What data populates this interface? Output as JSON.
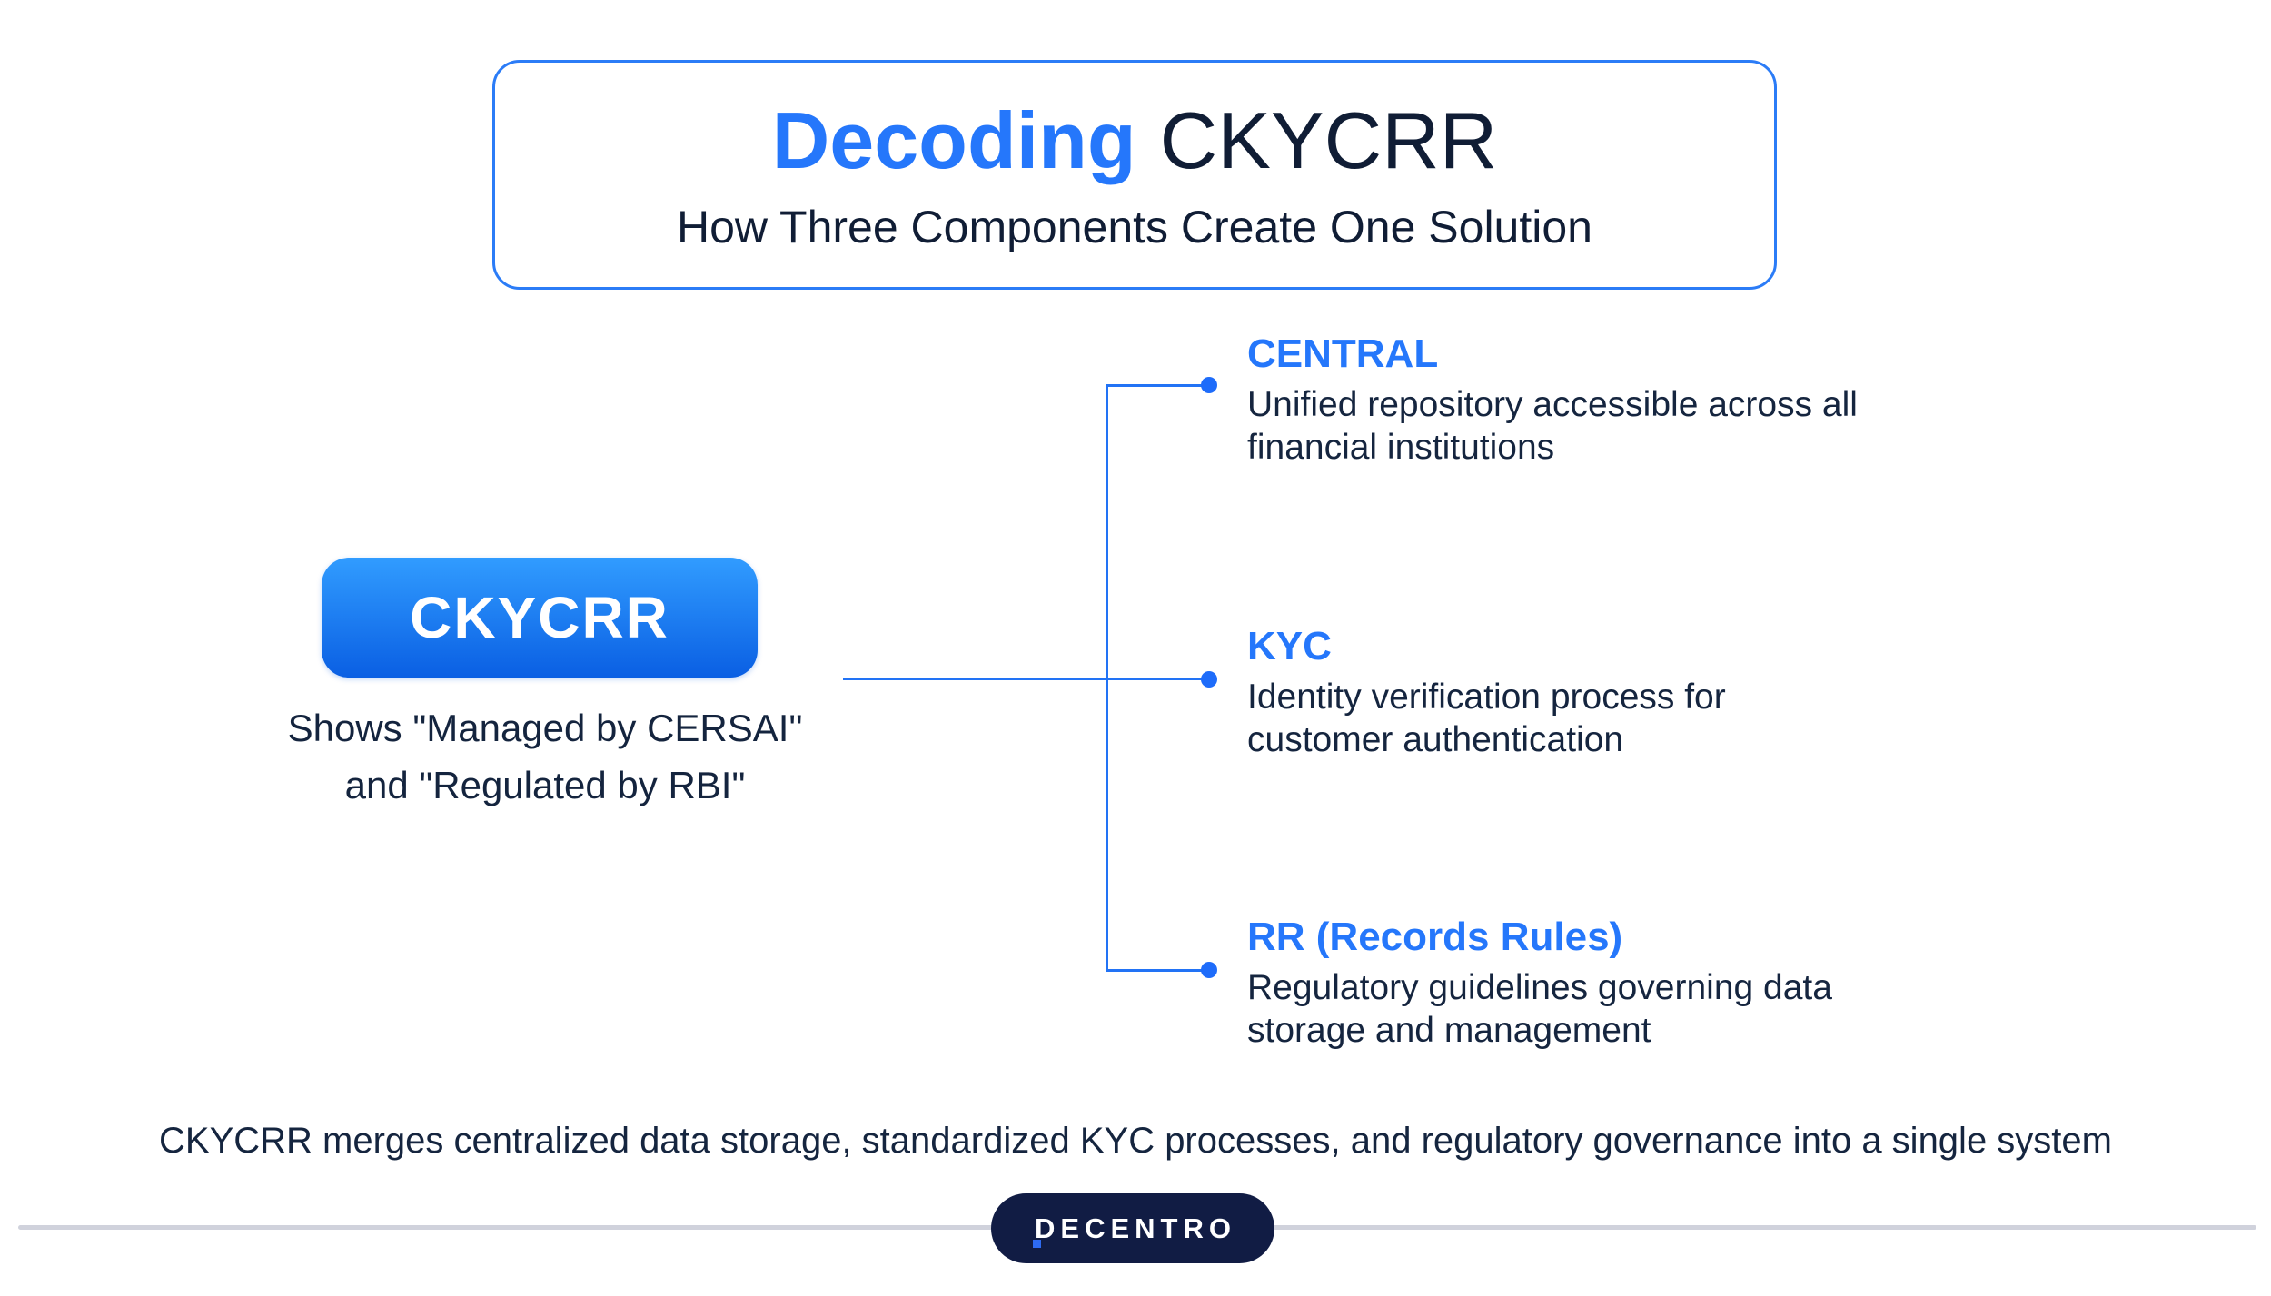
{
  "colors": {
    "accent_blue": "#2577FB",
    "connector_blue": "#2273F5",
    "dot_blue": "#1E6CFA",
    "dark_navy_text": "#14243E",
    "button_gradient_top": "#319CFF",
    "button_gradient_bottom": "#0A5FE3",
    "title_box_border": "#2B7CF7",
    "logo_pill_bg": "#111C44",
    "divider_gray": "#D0D2DC"
  },
  "title_box": {
    "title_accent": "Decoding",
    "title_rest": "CKYCRR",
    "subtitle": "How Three Components Create One Solution"
  },
  "root_node": {
    "label": "CKYCRR",
    "caption": "Shows \"Managed by CERSAI\"\nand \"Regulated by RBI\""
  },
  "components": [
    {
      "heading": "CENTRAL",
      "description": "Unified repository accessible across all\nfinancial institutions"
    },
    {
      "heading": "KYC",
      "description": "Identity verification process for\ncustomer authentication"
    },
    {
      "heading": "RR (Records Rules)",
      "description": "Regulatory guidelines governing data\nstorage and management"
    }
  ],
  "footer": {
    "summary": "CKYCRR merges centralized data storage, standardized KYC processes, and regulatory governance into a single system",
    "logo_text": "DECENTRO"
  }
}
